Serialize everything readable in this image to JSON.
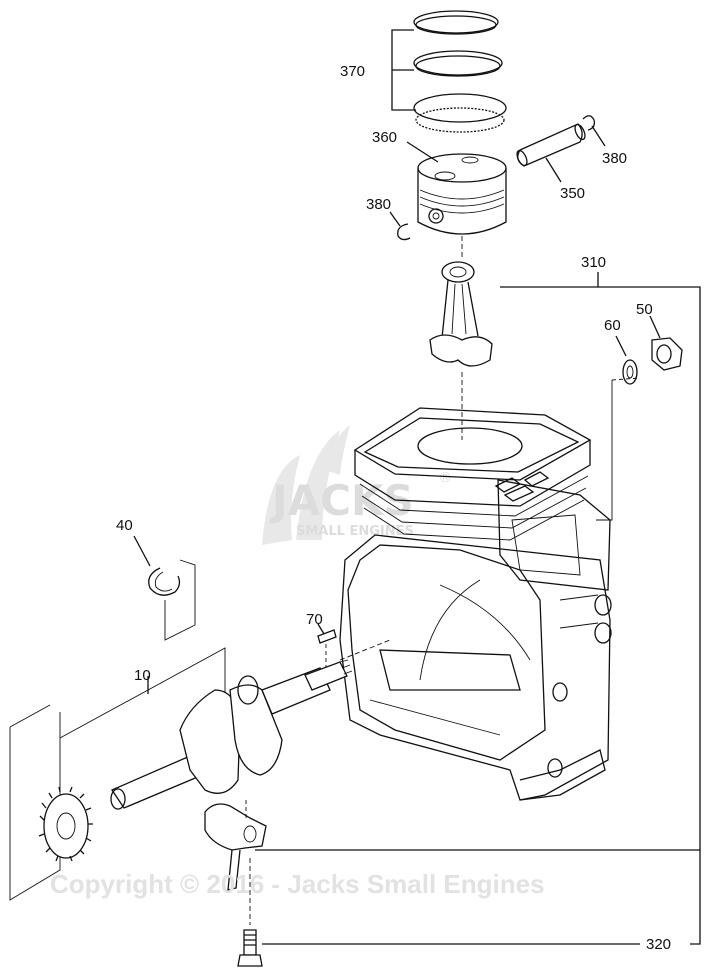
{
  "diagram": {
    "part_labels": {
      "p370": "370",
      "p360": "360",
      "p380_right": "380",
      "p350": "350",
      "p380_left": "380",
      "p310": "310",
      "p60": "60",
      "p50": "50",
      "p40": "40",
      "p70": "70",
      "p10": "10",
      "p320": "320"
    },
    "watermark": {
      "logo_main": "JACKS",
      "logo_registered": "®",
      "logo_sub": "SMALL ENGINES",
      "copyright": "Copyright © 2016 - Jacks Small Engines"
    }
  }
}
